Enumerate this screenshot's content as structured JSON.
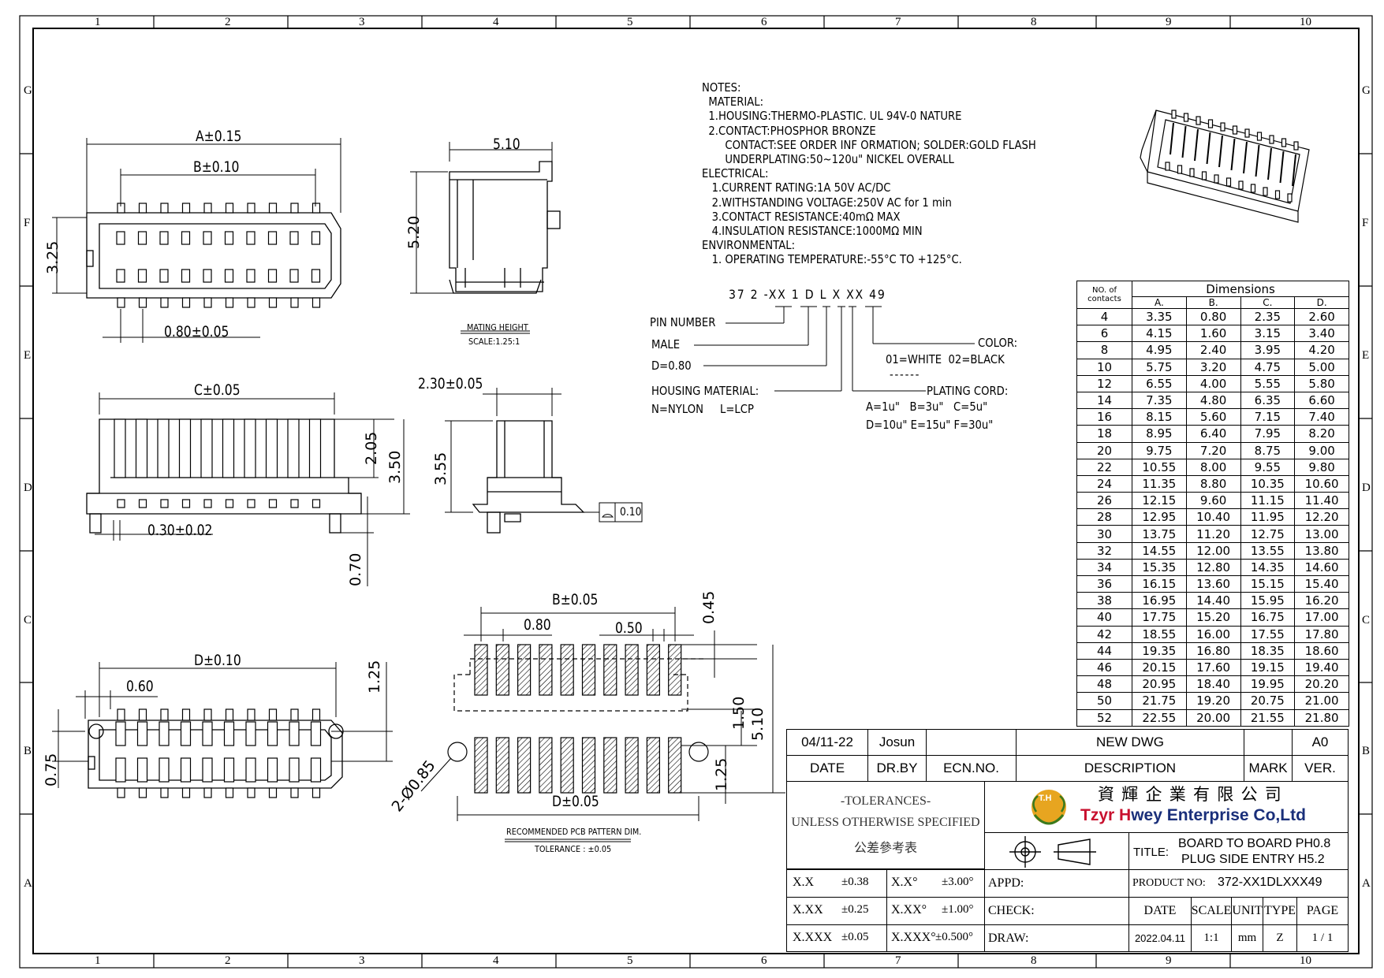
{
  "frame": {
    "cols": [
      "1",
      "2",
      "3",
      "4",
      "5",
      "6",
      "7",
      "8",
      "9",
      "10"
    ],
    "rows": [
      "G",
      "F",
      "E",
      "D",
      "C",
      "B",
      "A"
    ]
  },
  "notes": [
    "NOTES:",
    "  MATERIAL:",
    "  1.HOUSING:THERMO-PLASTIC. UL 94V-0 NATURE",
    "  2.CONTACT:PHOSPHOR BRONZE",
    "       CONTACT:SEE ORDER INF ORMATION; SOLDER:GOLD FLASH",
    "       UNDERPLATING:50~120u\" NICKEL OVERALL",
    "ELECTRICAL:",
    "   1.CURRENT RATING:1A 50V AC/DC",
    "   2.WITHSTANDING VOLTAGE:250V AC for 1 min",
    "   3.CONTACT RESISTANCE:40mΩ MAX",
    "   4.INSULATION RESISTANCE:1000MΩ MIN",
    "ENVIRONMENTAL:",
    "   1. OPERATING TEMPERATURE:-55°C TO +125°C."
  ],
  "order_code": {
    "code": "37 2 -XX 1 D L X XX 49",
    "pin_number": "PIN NUMBER",
    "male": "MALE",
    "pitch": "D=0.80",
    "housing_material": "HOUSING MATERIAL:",
    "housing_options": "N=NYLON     L=LCP",
    "color": "COLOR:",
    "color_options": "01=WHITE  02=BLACK",
    "color_dashes": "------",
    "plating_cord": "PLATING CORD:",
    "plating_line1": "A=1u\"   B=3u\"   C=5u\"",
    "plating_line2": "D=10u\" E=15u\" F=30u\""
  },
  "dimensions": {
    "top_a": "A±0.15",
    "top_b": "B±0.10",
    "top_325": "3.25",
    "top_pitch": "0.80±0.05",
    "side_510": "5.10",
    "side_520": "5.20",
    "mating_height": "MATING HEIGHT",
    "mating_scale": "SCALE:1.25:1",
    "front_c": "C±0.05",
    "front_205": "2.05",
    "front_350": "3.50",
    "front_030": "0.30±0.02",
    "front_070": "0.70",
    "end_230": "2.30±0.05",
    "end_355": "3.55",
    "flatness": "0.10",
    "bottom_d": "D±0.10",
    "bottom_060": "0.60",
    "bottom_125": "1.25",
    "bottom_075": "0.75",
    "pcb_b": "B±0.05",
    "pcb_080": "0.80",
    "pcb_050": "0.50",
    "pcb_045": "0.45",
    "pcb_150": "1.50",
    "pcb_510": "5.10",
    "pcb_125": "1.25",
    "pcb_d": "D±0.05",
    "pcb_holes": "2-Ø0.85",
    "pcb_caption": "RECOMMENDED PCB PATTERN DIM.",
    "pcb_tolerance": "TOLERANCE : ±0.05"
  },
  "dim_table": {
    "col_no": "NO. of contacts",
    "group": "Dimensions",
    "headers": [
      "A.",
      "B.",
      "C.",
      "D."
    ],
    "rows": [
      [
        "4",
        "3.35",
        "0.80",
        "2.35",
        "2.60"
      ],
      [
        "6",
        "4.15",
        "1.60",
        "3.15",
        "3.40"
      ],
      [
        "8",
        "4.95",
        "2.40",
        "3.95",
        "4.20"
      ],
      [
        "10",
        "5.75",
        "3.20",
        "4.75",
        "5.00"
      ],
      [
        "12",
        "6.55",
        "4.00",
        "5.55",
        "5.80"
      ],
      [
        "14",
        "7.35",
        "4.80",
        "6.35",
        "6.60"
      ],
      [
        "16",
        "8.15",
        "5.60",
        "7.15",
        "7.40"
      ],
      [
        "18",
        "8.95",
        "6.40",
        "7.95",
        "8.20"
      ],
      [
        "20",
        "9.75",
        "7.20",
        "8.75",
        "9.00"
      ],
      [
        "22",
        "10.55",
        "8.00",
        "9.55",
        "9.80"
      ],
      [
        "24",
        "11.35",
        "8.80",
        "10.35",
        "10.60"
      ],
      [
        "26",
        "12.15",
        "9.60",
        "11.15",
        "11.40"
      ],
      [
        "28",
        "12.95",
        "10.40",
        "11.95",
        "12.20"
      ],
      [
        "30",
        "13.75",
        "11.20",
        "12.75",
        "13.00"
      ],
      [
        "32",
        "14.55",
        "12.00",
        "13.55",
        "13.80"
      ],
      [
        "34",
        "15.35",
        "12.80",
        "14.35",
        "14.60"
      ],
      [
        "36",
        "16.15",
        "13.60",
        "15.15",
        "15.40"
      ],
      [
        "38",
        "16.95",
        "14.40",
        "15.95",
        "16.20"
      ],
      [
        "40",
        "17.75",
        "15.20",
        "16.75",
        "17.00"
      ],
      [
        "42",
        "18.55",
        "16.00",
        "17.55",
        "17.80"
      ],
      [
        "44",
        "19.35",
        "16.80",
        "18.35",
        "18.60"
      ],
      [
        "46",
        "20.15",
        "17.60",
        "19.15",
        "19.40"
      ],
      [
        "48",
        "20.95",
        "18.40",
        "19.95",
        "20.20"
      ],
      [
        "50",
        "21.75",
        "19.20",
        "20.75",
        "21.00"
      ],
      [
        "52",
        "22.55",
        "20.00",
        "21.55",
        "21.80"
      ]
    ]
  },
  "title_block": {
    "rev_date": "04/11-22",
    "rev_by": "Josun",
    "rev_ecn": "",
    "rev_desc": "NEW DWG",
    "rev_ver": "A0",
    "h_date": "DATE",
    "h_drby": "DR.BY",
    "h_ecn": "ECN.NO.",
    "h_desc": "DESCRIPTION",
    "h_mark": "MARK",
    "h_ver": "VER.",
    "tol_title": "-TOLERANCES-",
    "tol_sub": "UNLESS OTHERWISE SPECIFIED",
    "tol_cn": "公差參考表",
    "company_cn": "資 輝 企 業 有 限 公 司",
    "company_en_a": "Tzyr ",
    "company_en_h": "H",
    "company_en_b": "wey Enterprise Co,Ltd",
    "logo_text": "T.H",
    "title_label": "TITLE:",
    "title_line1": "BOARD TO BOARD PH0.8",
    "title_line2": "PLUG SIDE ENTRY H5.2",
    "tol_x": "X.X",
    "tol_x_v": "±0.38",
    "tol_xa": "X.X°",
    "tol_xa_v": "±3.00°",
    "tol_xx": "X.XX",
    "tol_xx_v": "±0.25",
    "tol_xxa": "X.XX°",
    "tol_xxa_v": "±1.00°",
    "tol_xxx": "X.XXX",
    "tol_xxx_v": "±0.05",
    "tol_xxxa": "X.XXX°",
    "tol_xxxa_v": "±0.500°",
    "appd": "APPD:",
    "check": "CHECK:",
    "draw": "DRAW:",
    "product_label": "PRODUCT NO:",
    "product_no": "372-XX1DLXXX49",
    "f_date": "DATE",
    "f_scale": "SCALE",
    "f_unit": "UNIT",
    "f_type": "TYPE",
    "f_page": "PAGE",
    "v_date": "2022.04.11",
    "v_scale": "1:1",
    "v_unit": "mm",
    "v_type": "Z",
    "v_page": "1 / 1"
  }
}
